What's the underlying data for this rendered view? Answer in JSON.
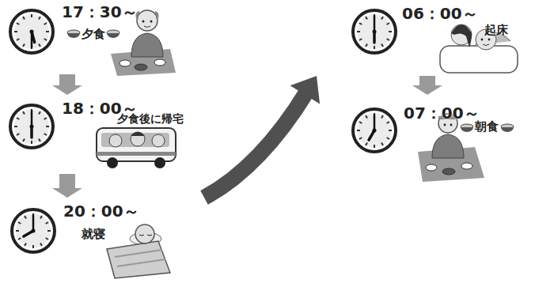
{
  "diagram": {
    "nodes": [
      {
        "text": [
          "17：30～",
          "夕食"
        ]
      },
      {
        "text": [
          "18：00～",
          "夕食後に帰宅"
        ]
      },
      {
        "text": [
          "20：00～",
          "就寝"
        ]
      },
      {
        "text": [
          "06：00～",
          "起床"
        ]
      },
      {
        "text": [
          "07：00～",
          "朝食"
        ]
      }
    ],
    "edges": [
      {
        "from": 0,
        "to": 1,
        "arrow": "to"
      },
      {
        "from": 1,
        "to": 2,
        "arrow": "to"
      },
      {
        "from": 2,
        "to": 3,
        "arrow": "to"
      },
      {
        "from": 3,
        "to": 4,
        "arrow": "to"
      }
    ]
  }
}
